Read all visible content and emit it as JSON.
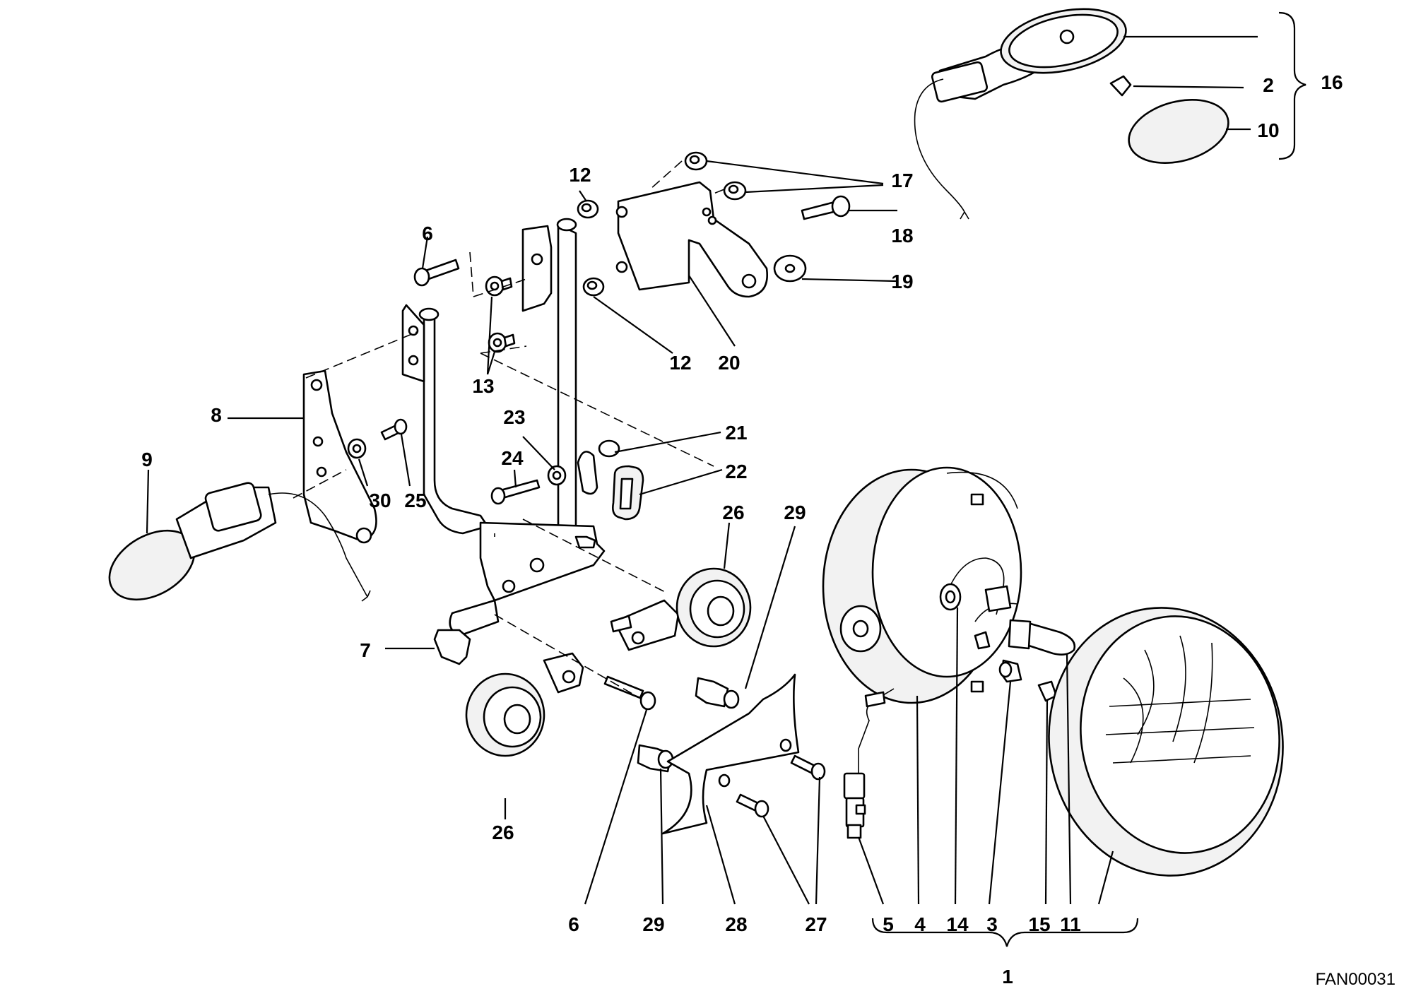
{
  "diagram": {
    "drawing_code": "FAN00031",
    "callouts": {
      "c1": "1",
      "c2": "2",
      "c3": "3",
      "c4": "4",
      "c5": "5",
      "c6a": "6",
      "c6b": "6",
      "c7": "7",
      "c8": "8",
      "c9": "9",
      "c10": "10",
      "c11": "11",
      "c12a": "12",
      "c12b": "12",
      "c13": "13",
      "c14": "14",
      "c15": "15",
      "c16": "16",
      "c17": "17",
      "c18": "18",
      "c19": "19",
      "c20": "20",
      "c21": "21",
      "c22": "22",
      "c23": "23",
      "c24": "24",
      "c25": "25",
      "c26a": "26",
      "c26b": "26",
      "c27": "27",
      "c28": "28",
      "c29a": "29",
      "c29b": "29",
      "c30": "30"
    }
  }
}
